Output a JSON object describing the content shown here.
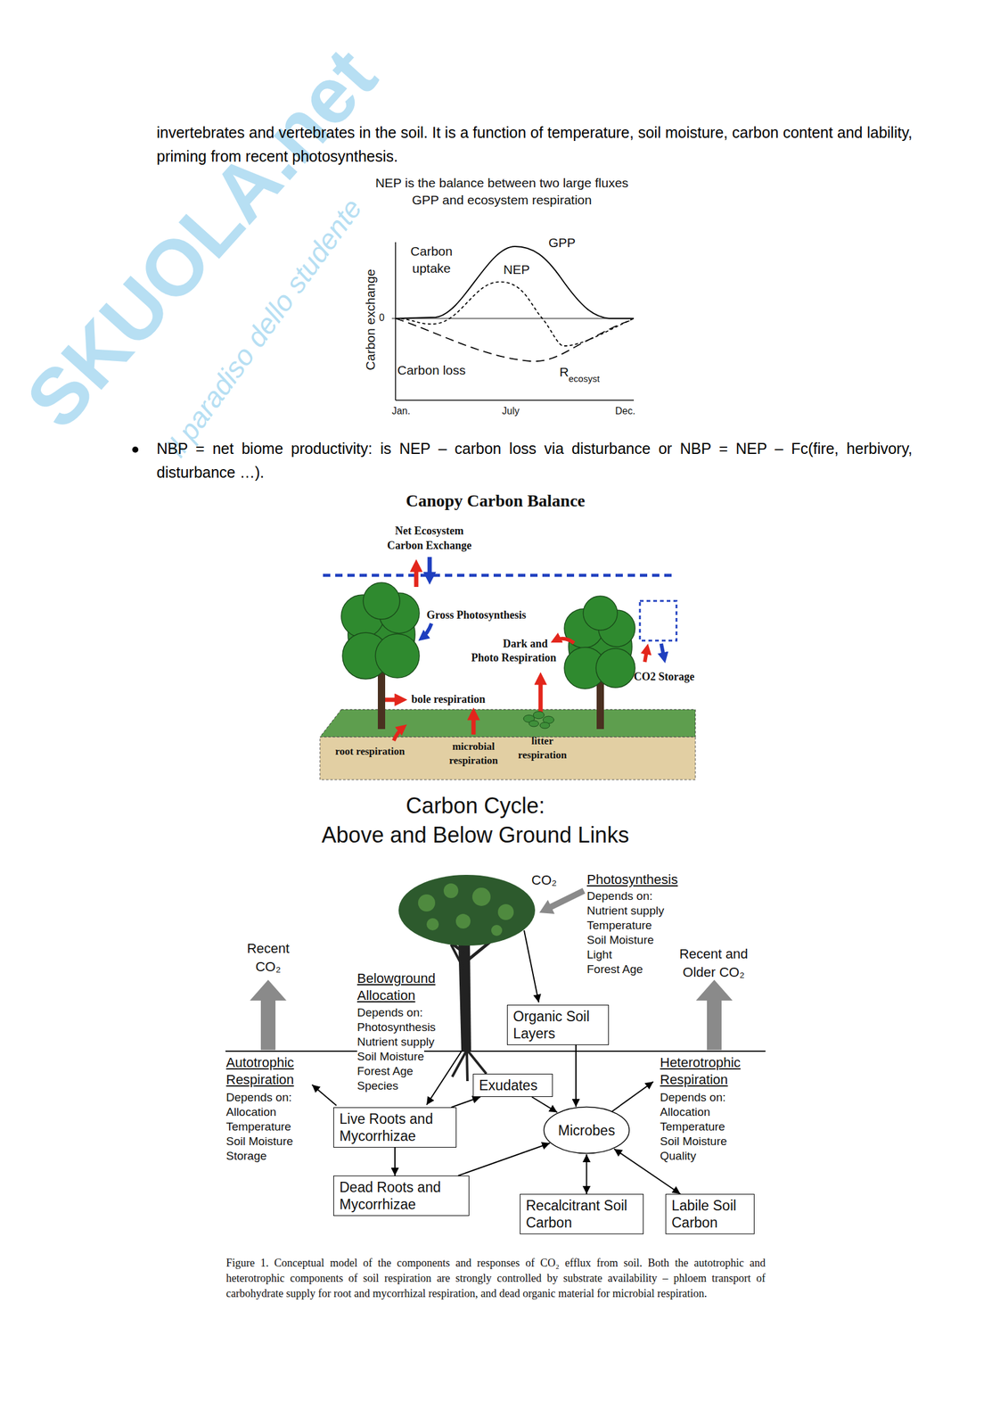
{
  "diagram": {
    "title": "Carbon Cycle:",
    "caption": "Figure 1. Conceptual model of the components and responses of CO₂ efflux from soil. Both the autotrophic and heterotrophic components of soil respiration are strongly controlled by substrate availability – phloem transport of carbohydrate supply for root and mycorrhizal respiration, and dead organic material for microbial respiration.",
    "nodes": [
      {
        "text": [
          "Organic Soil Layers"
        ]
      },
      {
        "text": [
          "Exudates"
        ]
      },
      {
        "text": [
          "Live Roots and Mycorrhizae"
        ]
      },
      {
        "text": [
          "Microbes"
        ]
      },
      {
        "text": [
          "Dead Roots and Mycorrhizae"
        ]
      },
      {
        "text": [
          "Recalcitrant Soil Carbon"
        ]
      },
      {
        "text": [
          "Labile Soil Carbon"
        ]
      }
    ],
    "edges": [
      {
        "from": 2,
        "to": 1,
        "arrow": "to"
      },
      {
        "from": 1,
        "to": 3,
        "arrow": "to"
      },
      {
        "from": 0,
        "to": 3,
        "arrow": "to"
      },
      {
        "from": 2,
        "to": 4,
        "arrow": "to"
      },
      {
        "from": 4,
        "to": 3,
        "arrow": "to"
      },
      {
        "from": 3,
        "to": 5,
        "arrow": "both"
      },
      {
        "from": 3,
        "to": 6,
        "arrow": "both"
      }
    ],
    "labels": [
      "SKUOLA.net",
      "il paradiso dello studente",
      "invertebrates and vertebrates in the soil. It is a function of temperature, soil moisture, carbon content and lability, priming from recent photosynthesis.",
      "NEP is the balance between two large fluxes GPP and ecosystem respiration",
      "Carbon uptake",
      "Carbon loss",
      "GPP",
      "NEP",
      "R",
      "ecosyst",
      "0",
      "Carbon exchange",
      "Jan.",
      "July",
      "Dec.",
      "NBP = net biome productivity: is NEP – carbon loss via disturbance or NBP = NEP – Fc(fire, herbivory, disturbance …).",
      "Canopy Carbon Balance",
      "Net Ecosystem Carbon Exchange",
      "Gross Photosynthesis",
      "Dark and",
      "Photo Respiration",
      "CO2 Storage",
      "bole respiration",
      "root respiration",
      "microbial respiration",
      "litter respiration",
      "Above and Below Ground Links",
      "CO₂",
      "Photosynthesis",
      "Depends on:",
      "Nutrient supply",
      "Temperature",
      "Soil Moisture",
      "Light",
      "Forest Age",
      "Recent CO₂",
      "Recent and Older CO₂",
      "Belowground Allocation",
      "Depends on:",
      "Photosynthesis",
      "Nutrient supply",
      "Soil Moisture",
      "Forest Age",
      "Species",
      "Autotrophic Respiration",
      "Depends on:",
      "Allocation",
      "Temperature",
      "Soil Moisture",
      "Storage",
      "Heterotrophic Respiration",
      "Depends on:",
      "Allocation",
      "Temperature",
      "Soil Moisture",
      "Quality"
    ]
  }
}
